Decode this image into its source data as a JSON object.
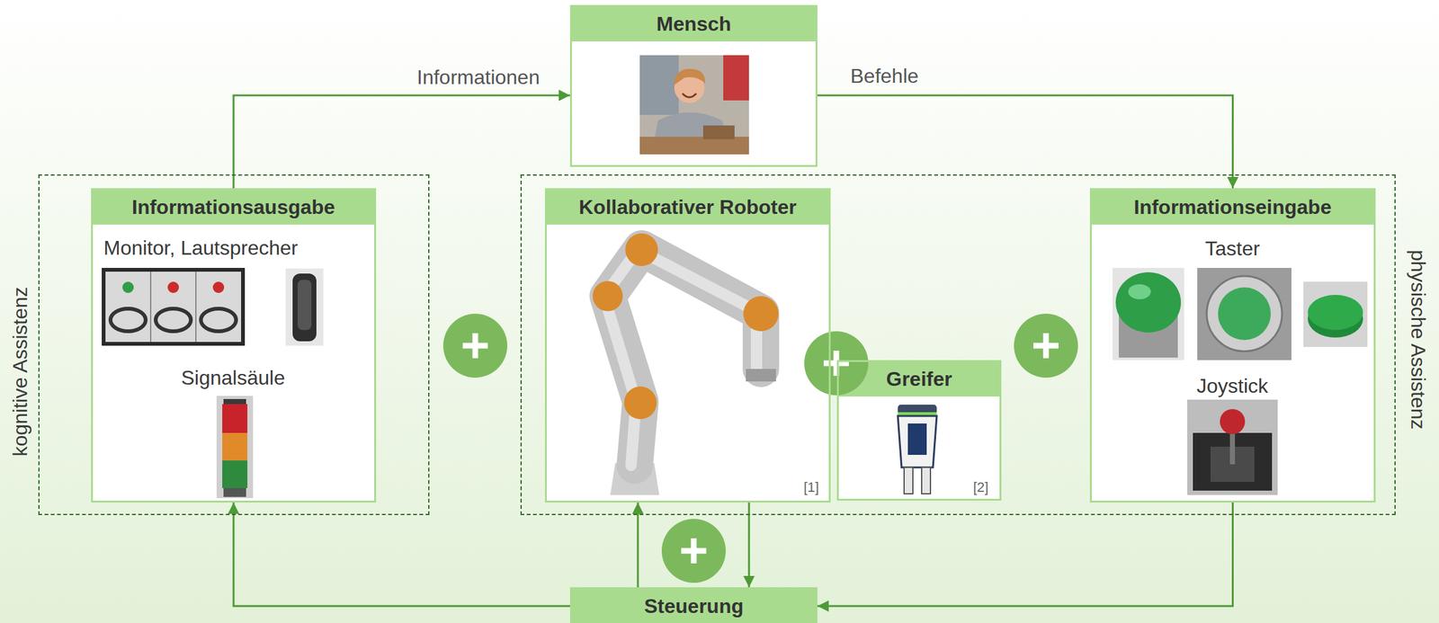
{
  "diagram": {
    "nodes": [
      {
        "text": [
          "Mensch"
        ]
      },
      {
        "text": [
          "kognitive Assistenz"
        ]
      },
      {
        "text": [
          "Informationsausgabe",
          "Monitor, Lautsprecher",
          "Signalsäule"
        ],
        "in": 1
      },
      {
        "text": [
          "physische Assistenz"
        ]
      },
      {
        "text": [
          "Kollaborativer Roboter",
          "[1]"
        ],
        "in": 3
      },
      {
        "text": [
          "Greifer",
          "[2]"
        ],
        "in": 3
      },
      {
        "text": [
          "Informationseingabe",
          "Taster",
          "Joystick"
        ],
        "in": 3
      },
      {
        "text": [
          "Steuerung"
        ]
      }
    ],
    "edges": [
      {
        "from": 2,
        "to": 0,
        "label": "Informationen",
        "arrow": "to"
      },
      {
        "from": 0,
        "to": 6,
        "label": "Befehle",
        "arrow": "to"
      },
      {
        "from": 6,
        "to": 7,
        "arrow": "to"
      },
      {
        "from": 7,
        "to": 2,
        "arrow": "to"
      },
      {
        "from": 4,
        "to": 7,
        "arrow": "to"
      },
      {
        "from": 7,
        "to": 4,
        "arrow": "to"
      }
    ]
  }
}
